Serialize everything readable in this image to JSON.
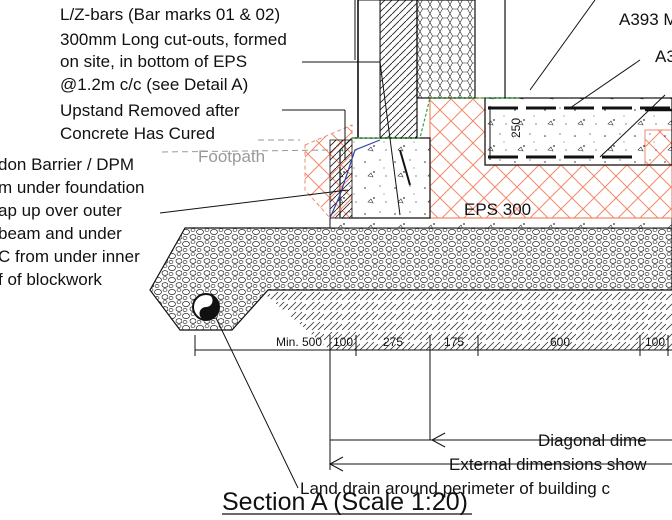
{
  "labels": {
    "lzbars": "L/Z-bars (Bar marks 01 & 02)",
    "cutouts1": "300mm Long cut-outs, formed",
    "cutouts2": "on site, in bottom of EPS",
    "cutouts3": "@1.2m c/c (see Detail A)",
    "upstand1": "Upstand Removed after",
    "upstand2": "Concrete Has Cured",
    "footpath": "Footpath",
    "radon1": "don Barrier / DPM",
    "radon2": "m under foundation",
    "radon3": "ap up over outer",
    "radon4": "beam and under",
    "radon5": "C from under inner",
    "radon6": "f of blockwork",
    "a393a": "A393 M",
    "a393b": "A3",
    "eps": "EPS 300",
    "slab": "250"
  },
  "dimensions": [
    "Min. 500",
    "100",
    "275",
    "175",
    "600",
    "100"
  ],
  "notes": {
    "diagonal": "Diagonal dime",
    "external": "External dimensions show",
    "landdrain": "Land drain around perimeter of building c"
  },
  "title": "Section A (Scale 1:20)"
}
